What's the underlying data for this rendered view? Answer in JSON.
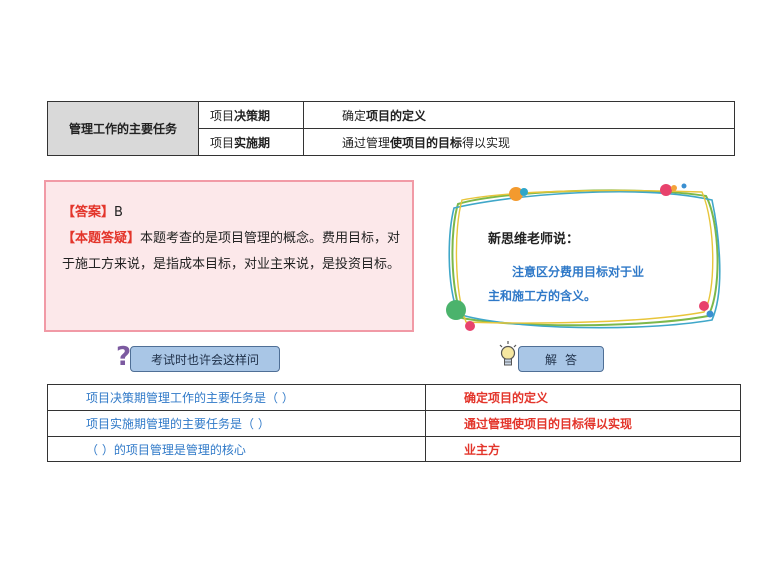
{
  "top_table": {
    "header": "管理工作的主要任务",
    "rows": [
      {
        "period_pre": "项目",
        "period_bold": "决策期",
        "task_pre": "确定",
        "task_bold": "项目的定义",
        "task_post": ""
      },
      {
        "period_pre": "项目",
        "period_bold": "实施期",
        "task_pre": "通过管理",
        "task_bold": "使项目的目标",
        "task_post": "得以实现"
      }
    ]
  },
  "answer": {
    "answer_tag": "【答案】",
    "answer_value": "B",
    "explain_tag": "【本题答疑】",
    "explain_text": "本题考查的是项目管理的概念。费用目标，对于施工方来说，是指成本目标，对业主来说，是投资目标。"
  },
  "teacher": {
    "title": "新思维老师说：",
    "line1": "注意区分费用目标对于业",
    "line2": "主和施工方的含义。"
  },
  "labels": {
    "exam": "考试时也许会这样问",
    "answer": "解答"
  },
  "qa_table": [
    {
      "question": "项目决策期管理工作的主要任务是（ ）",
      "answer": "确定项目的定义"
    },
    {
      "question": "项目实施期管理的主要任务是（ ）",
      "answer": "通过管理使项目的目标得以实现"
    },
    {
      "question": "（ ）的项目管理是管理的核心",
      "answer": "业主方"
    }
  ],
  "colors": {
    "accent_red": "#e3352b",
    "accent_blue": "#2f79c8",
    "pink_box": "#fce8ea",
    "label_blue": "#a9c6e6"
  },
  "icons": [
    "question-mark-icon",
    "lightbulb-icon"
  ]
}
